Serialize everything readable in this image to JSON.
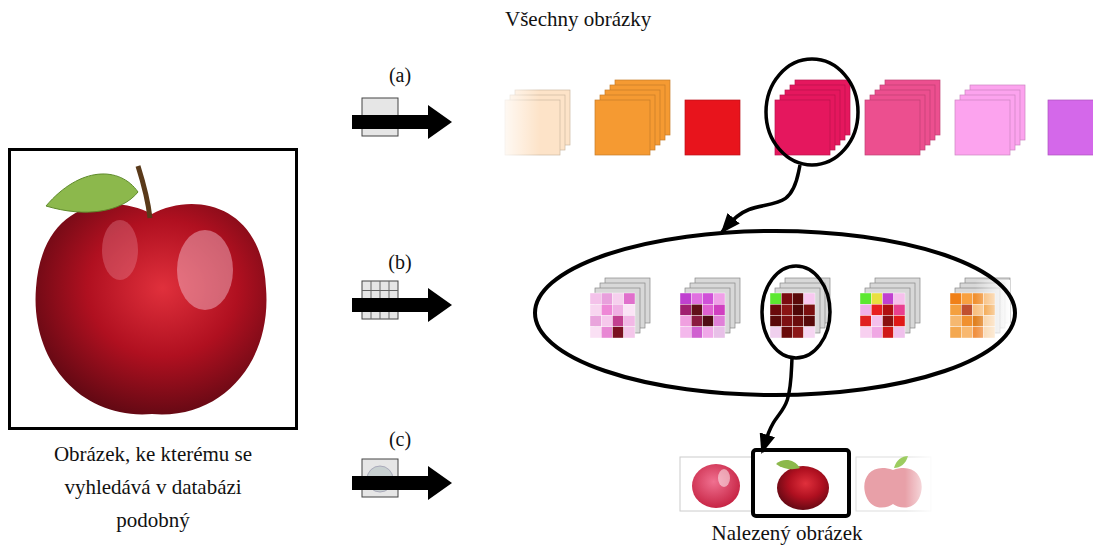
{
  "diagram": {
    "nodes": [
      {
        "text": [
          "Obrázek, ke kterému se vyhledává v databázi podobný"
        ]
      },
      {
        "text": [
          "Všechny obrázky"
        ]
      },
      {
        "text": [
          "Nalezený obrázek"
        ]
      }
    ],
    "labels": [
      "(a)",
      "(b)",
      "(c)"
    ]
  }
}
